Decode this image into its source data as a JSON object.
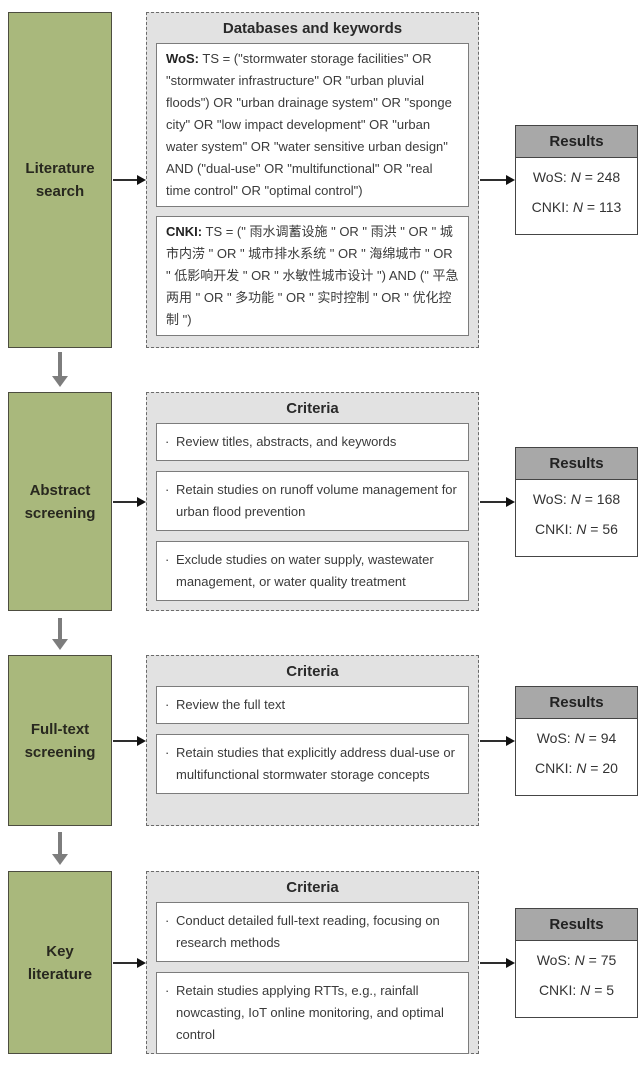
{
  "bullet": "·",
  "colors": {
    "stage_green": "#a9b87c",
    "panel_gray": "#e2e2e2",
    "results_header_gray": "#a8a8a8"
  },
  "rows": [
    {
      "stage": "Literature search",
      "panel_title": "Databases and keywords",
      "items": [
        {
          "prefix": "WoS:",
          "text": "TS = (\"stormwater storage facilities\" OR \"stormwater infrastructure\" OR \"urban pluvial floods\") OR \"urban drainage system\" OR \"sponge city\" OR \"low impact development\" OR \"urban water system\" OR \"water sensitive urban design\" AND (\"dual-use\" OR \"multifunctional\" OR \"real time control\" OR \"optimal control\")"
        },
        {
          "prefix": "CNKI:",
          "text": "TS = (\" 雨水调蓄设施 \" OR \" 雨洪 \" OR \" 城市内涝 \" OR \" 城市排水系统 \" OR \" 海绵城市 \" OR \" 低影响开发 \" OR \" 水敏性城市设计 \") AND (\" 平急两用 \" OR \" 多功能 \" OR \" 实时控制 \" OR \" 优化控制 \")"
        }
      ],
      "results_title": "Results",
      "results": [
        {
          "db": "WoS:",
          "var": "N",
          "eq": "=",
          "value": "248"
        },
        {
          "db": "CNKI:",
          "var": "N",
          "eq": "=",
          "value": "113"
        }
      ]
    },
    {
      "stage": "Abstract screening",
      "panel_title": "Criteria",
      "items": [
        {
          "text": "Review titles, abstracts, and keywords"
        },
        {
          "text": "Retain studies on runoff volume management for urban flood prevention"
        },
        {
          "text": "Exclude studies on water supply, wastewater management, or water quality treatment"
        }
      ],
      "results_title": "Results",
      "results": [
        {
          "db": "WoS:",
          "var": "N",
          "eq": "=",
          "value": "168"
        },
        {
          "db": "CNKI:",
          "var": "N",
          "eq": "=",
          "value": "56"
        }
      ]
    },
    {
      "stage": "Full-text screening",
      "panel_title": "Criteria",
      "items": [
        {
          "text": "Review the full text"
        },
        {
          "text": "Retain studies that explicitly address dual-use or multifunctional stormwater storage concepts"
        }
      ],
      "results_title": "Results",
      "results": [
        {
          "db": "WoS:",
          "var": "N",
          "eq": "=",
          "value": "94"
        },
        {
          "db": "CNKI:",
          "var": "N",
          "eq": "=",
          "value": "20"
        }
      ]
    },
    {
      "stage": "Key literature",
      "panel_title": "Criteria",
      "items": [
        {
          "text": "Conduct detailed full-text reading, focusing on research methods"
        },
        {
          "text": "Retain studies applying RTTs, e.g., rainfall nowcasting, IoT online monitoring, and optimal control"
        }
      ],
      "results_title": "Results",
      "results": [
        {
          "db": "WoS:",
          "var": "N",
          "eq": "=",
          "value": "75"
        },
        {
          "db": "CNKI:",
          "var": "N",
          "eq": "=",
          "value": "5"
        }
      ]
    }
  ]
}
